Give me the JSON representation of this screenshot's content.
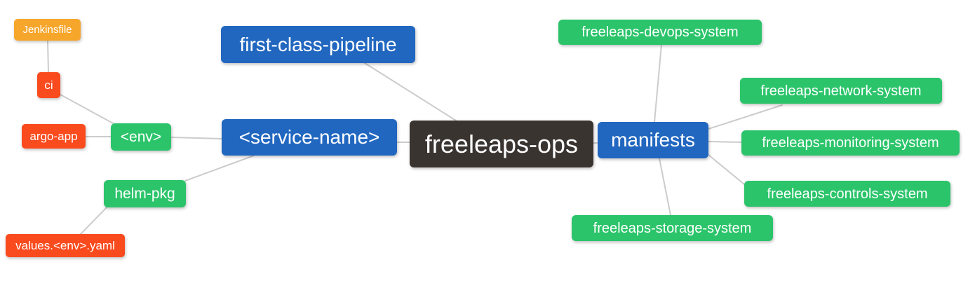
{
  "diagram": {
    "type": "mindmap",
    "root_label": "freeleaps-ops",
    "palette": {
      "branch_blue": "#2167c0",
      "leaf_green": "#2bc46a",
      "file_red": "#f94b1e",
      "file_orange": "#f7a62c",
      "root_dark": "#3a3431",
      "edge_gray": "#cccccc",
      "node_text": "#ffffff",
      "background": "#ffffff"
    },
    "nodes": [
      {
        "id": "jenkinsfile",
        "label": "Jenkinsfile",
        "color": "#f7a62c"
      },
      {
        "id": "ci",
        "label": "ci",
        "color": "#f94b1e"
      },
      {
        "id": "argo-app",
        "label": "argo-app",
        "color": "#f94b1e"
      },
      {
        "id": "env",
        "label": "<env>",
        "color": "#2bc46a"
      },
      {
        "id": "service-name",
        "label": "<service-name>",
        "color": "#2167c0"
      },
      {
        "id": "first-class-pipeline",
        "label": "first-class-pipeline",
        "color": "#2167c0"
      },
      {
        "id": "freeleaps-ops",
        "label": "freeleaps-ops",
        "color": "#3a3431"
      },
      {
        "id": "manifests",
        "label": "manifests",
        "color": "#2167c0"
      },
      {
        "id": "helm-pkg",
        "label": "helm-pkg",
        "color": "#2bc46a"
      },
      {
        "id": "values-env-yaml",
        "label": "values.<env>.yaml",
        "color": "#f94b1e"
      },
      {
        "id": "devops-system",
        "label": "freeleaps-devops-system",
        "color": "#2bc46a"
      },
      {
        "id": "network-system",
        "label": "freeleaps-network-system",
        "color": "#2bc46a"
      },
      {
        "id": "monitoring-system",
        "label": "freeleaps-monitoring-system",
        "color": "#2bc46a"
      },
      {
        "id": "controls-system",
        "label": "freeleaps-controls-system",
        "color": "#2bc46a"
      },
      {
        "id": "storage-system",
        "label": "freeleaps-storage-system",
        "color": "#2bc46a"
      }
    ],
    "edges": [
      {
        "from": "Jenkinsfile",
        "to": "ci"
      },
      {
        "from": "ci",
        "to": "<env>"
      },
      {
        "from": "argo-app",
        "to": "<env>"
      },
      {
        "from": "<env>",
        "to": "<service-name>"
      },
      {
        "from": "helm-pkg",
        "to": "<service-name>"
      },
      {
        "from": "values.<env>.yaml",
        "to": "helm-pkg"
      },
      {
        "from": "<service-name>",
        "to": "freeleaps-ops"
      },
      {
        "from": "first-class-pipeline",
        "to": "freeleaps-ops"
      },
      {
        "from": "freeleaps-ops",
        "to": "manifests"
      },
      {
        "from": "manifests",
        "to": "freeleaps-devops-system"
      },
      {
        "from": "manifests",
        "to": "freeleaps-network-system"
      },
      {
        "from": "manifests",
        "to": "freeleaps-monitoring-system"
      },
      {
        "from": "manifests",
        "to": "freeleaps-controls-system"
      },
      {
        "from": "manifests",
        "to": "freeleaps-storage-system"
      }
    ]
  }
}
